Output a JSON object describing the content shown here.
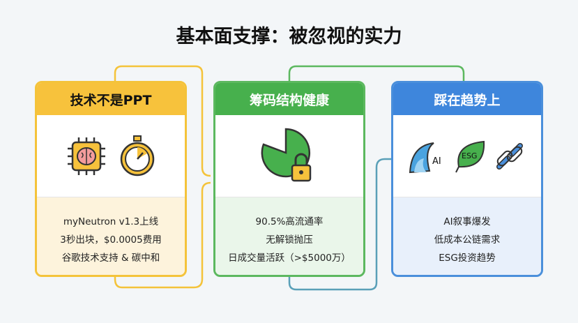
{
  "title": "基本面支撑：被忽视的实力",
  "cards": [
    {
      "header": "技术不是PPT",
      "icons": [
        "ai-chip-icon",
        "stopwatch-icon"
      ],
      "lines": [
        "myNeutron v1.3上线",
        "3秒出块，$0.0005费用",
        "谷歌技术支持 & 碳中和"
      ]
    },
    {
      "header": "筹码结构健康",
      "icons": [
        "pie-lock-icon"
      ],
      "lines": [
        "90.5%高流通率",
        "无解锁抛压",
        "日成交量活跃（>$5000万）"
      ]
    },
    {
      "header": "踩在趋势上",
      "icons": [
        "ai-wave-icon",
        "esg-leaf-icon",
        "chain-link-icon"
      ],
      "icon_labels": {
        "wave": "AI",
        "leaf": "ESG"
      },
      "lines": [
        "AI叙事爆发",
        "低成本公链需求",
        "ESG投资趋势"
      ]
    }
  ],
  "colors": {
    "yellow": "#f7c23c",
    "green": "#47b04d",
    "blue": "#3e86dc"
  }
}
